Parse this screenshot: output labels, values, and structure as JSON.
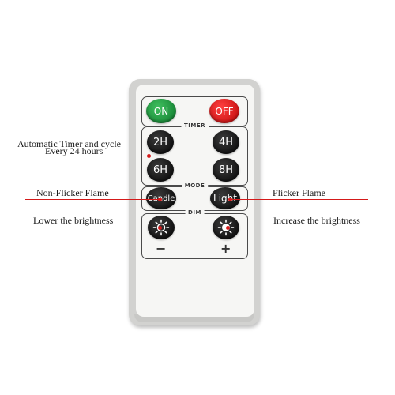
{
  "remote": {
    "power": {
      "on_label": "ON",
      "off_label": "OFF"
    },
    "timer": {
      "title": "TIMER",
      "buttons": [
        "2H",
        "4H",
        "6H",
        "8H"
      ]
    },
    "mode": {
      "title": "MODE",
      "candle_label": "Candle",
      "light_label": "Light"
    },
    "dim": {
      "title": "DIM",
      "minus_sign": "−",
      "plus_sign": "+"
    }
  },
  "annotations": {
    "timer_line1": "Automatic Timer and cycle",
    "timer_line2": "Every 24 hours",
    "non_flicker": "Non-Flicker Flame",
    "flicker": "Flicker Flame",
    "lower": "Lower the brightness",
    "increase": "Increase the brightness"
  },
  "colors": {
    "on_button": "#1a8a38",
    "off_button": "#cc1414",
    "annotation_line": "#d41a1a"
  }
}
